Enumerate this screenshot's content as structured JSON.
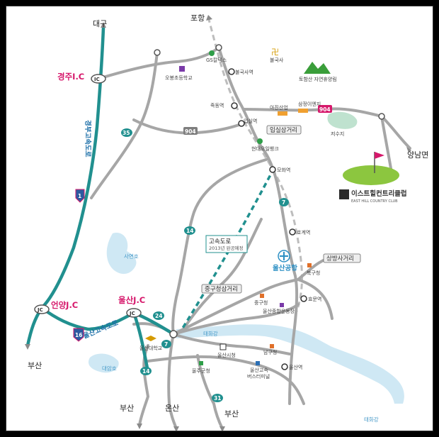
{
  "map": {
    "directions": {
      "daegu": "대구",
      "pohang": "포항",
      "yangnam": "양남면",
      "busan_left": "부산",
      "busan_bottom": "부산",
      "onsan": "온산",
      "busan_right": "부산"
    },
    "junctions": {
      "gyeongju": "경주I.C",
      "eonyang": "언양J.C",
      "ulsan": "울산J.C",
      "ic_badge": "IC",
      "jc_badge": "JC"
    },
    "expressways": {
      "gyeongbu": "경부고속도로",
      "ulsan": "울산고속도로",
      "gyeongbu_shield": "1",
      "ulsan_shield": "16"
    },
    "routes": [
      "35",
      "904",
      "904",
      "7",
      "14",
      "24",
      "7",
      "14",
      "31"
    ],
    "places": {
      "gs_caltex": "GS칼텍스",
      "obong_school": "오봉초등학교",
      "bulguksa": "불국사",
      "bulguksa_station": "불국사역",
      "toham_rest": "토함산 자연휴양림",
      "jukdong_station": "죽동역",
      "ipsil_station": "입실역",
      "ajin": "아진산업",
      "samjeong": "삼정이엔지",
      "ipsil_junction": "입실삼거리",
      "reservoir": "저수지",
      "hyundai_bank": "현대오일뱅크",
      "mohwa_station": "모화역",
      "country_club": "이스트힐컨트리클럽",
      "country_club_en": "EAST HILL COUNTRY CLUB",
      "hogye_station": "호계역",
      "highway_box_title": "고속도로",
      "highway_box_sub": "2013년 완공예정",
      "sangbang": "상방사거리",
      "airport": "울산공항",
      "bukgu_office": "북구청",
      "junggu_junction": "중구청삼거리",
      "junggu_office": "중구청",
      "sports_complex": "울산종합운동장",
      "hyomun_station": "효문역",
      "sayeon_lake": "사연호",
      "taehwa_river": "태화강",
      "taehwa_river2": "태화강",
      "univ": "울산대학교",
      "city_hall": "울산시청",
      "namgu_office": "남구청",
      "bus_terminal1": "울산고속",
      "bus_terminal2": "버스터미널",
      "ulsan_station": "울산역",
      "daeam_lake": "대암호",
      "ulju_office": "울주군청"
    },
    "colors": {
      "expressway": "#21908f",
      "road": "#a6a6a6",
      "route_badge": "#7e7e7e",
      "route_badge_alt": "#d6186b",
      "water": "#cfe8f4",
      "jc_label": "#d6186b",
      "planned": "#21908f"
    }
  }
}
